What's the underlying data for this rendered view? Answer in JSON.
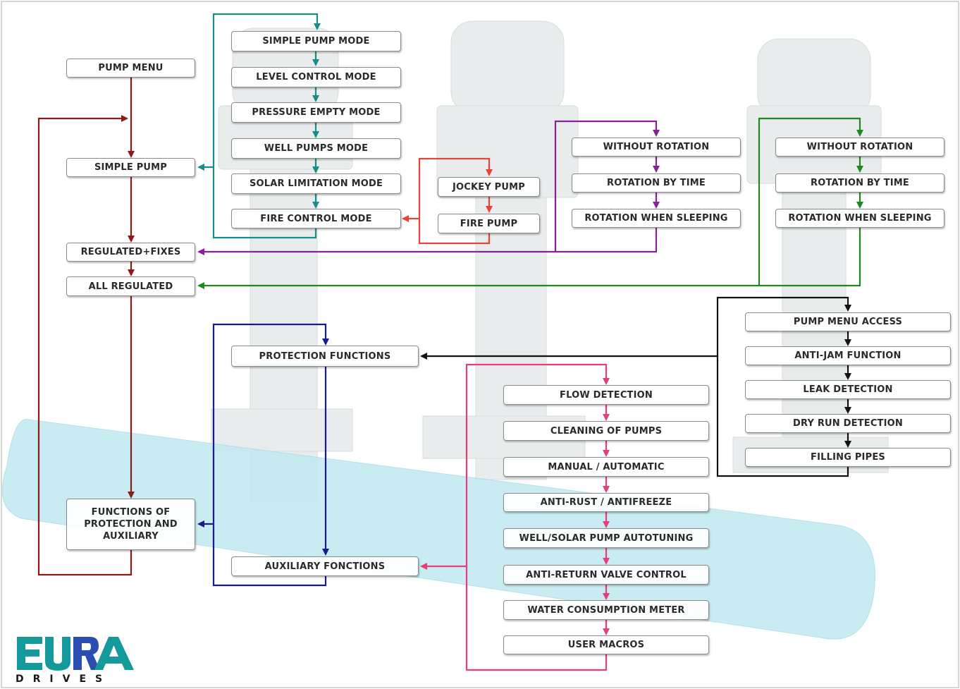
{
  "colors": {
    "dark_red": "#8b1a1a",
    "teal": "#1a8b8b",
    "red": "#e8423a",
    "purple": "#8a1f9a",
    "green": "#1e8a1e",
    "navy": "#1a1a8b",
    "black": "#111111",
    "pink": "#e83d7a",
    "logo_teal": "#149a9a",
    "logo_blue": "#2a4fb0"
  },
  "logo": {
    "brand": "EURA",
    "sub": "DRIVES"
  },
  "boxes": {
    "pump_menu": "PUMP MENU",
    "simple_pump": "SIMPLE PUMP",
    "regulated_fixes": "REGULATED+FIXES",
    "all_regulated": "ALL REGULATED",
    "functions_protection": "FUNCTIONS OF PROTECTION AND AUXILIARY",
    "simple_pump_mode": "SIMPLE PUMP MODE",
    "level_control_mode": "LEVEL CONTROL MODE",
    "pressure_empty_mode": "PRESSURE EMPTY MODE",
    "well_pumps_mode": "WELL PUMPS MODE",
    "solar_limitation_mode": "SOLAR LIMITATION MODE",
    "fire_control_mode": "FIRE CONTROL MODE",
    "jockey_pump": "JOCKEY PUMP",
    "fire_pump": "FIRE PUMP",
    "rf_without_rotation": "WITHOUT ROTATION",
    "rf_rotation_by_time": "ROTATION BY TIME",
    "rf_rotation_when_sleeping": "ROTATION WHEN SLEEPING",
    "ar_without_rotation": "WITHOUT ROTATION",
    "ar_rotation_by_time": "ROTATION BY TIME",
    "ar_rotation_when_sleeping": "ROTATION WHEN SLEEPING",
    "protection_functions": "PROTECTION FUNCTIONS",
    "auxiliary_fonctions": "AUXILIARY FONCTIONS",
    "pump_menu_access": "PUMP MENU ACCESS",
    "anti_jam_function": "ANTI-JAM FUNCTION",
    "leak_detection": "LEAK DETECTION",
    "dry_run_detection": "DRY RUN DETECTION",
    "filling_pipes": "FILLING PIPES",
    "flow_detection": "FLOW DETECTION",
    "cleaning_of_pumps": "CLEANING OF PUMPS",
    "manual_automatic": "MANUAL / AUTOMATIC",
    "anti_rust_antifreeze": "ANTI-RUST / ANTIFREEZE",
    "well_solar_autotuning": "WELL/SOLAR PUMP AUTOTUNING",
    "anti_return_valve": "ANTI-RETURN VALVE CONTROL",
    "water_consumption_meter": "WATER CONSUMPTION METER",
    "user_macros": "USER MACROS"
  }
}
